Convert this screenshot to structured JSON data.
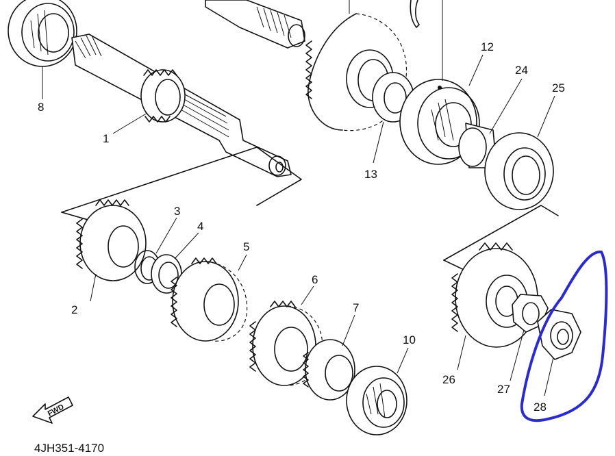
{
  "diagram": {
    "part_code": "4JH351-4170",
    "fwd_label": "FWD",
    "callouts": [
      "1",
      "2",
      "3",
      "4",
      "5",
      "6",
      "7",
      "8",
      "10",
      "12",
      "13",
      "24",
      "25",
      "26",
      "27",
      "28"
    ],
    "highlight_color": "#2b2bcc",
    "line_color": "#111111"
  }
}
